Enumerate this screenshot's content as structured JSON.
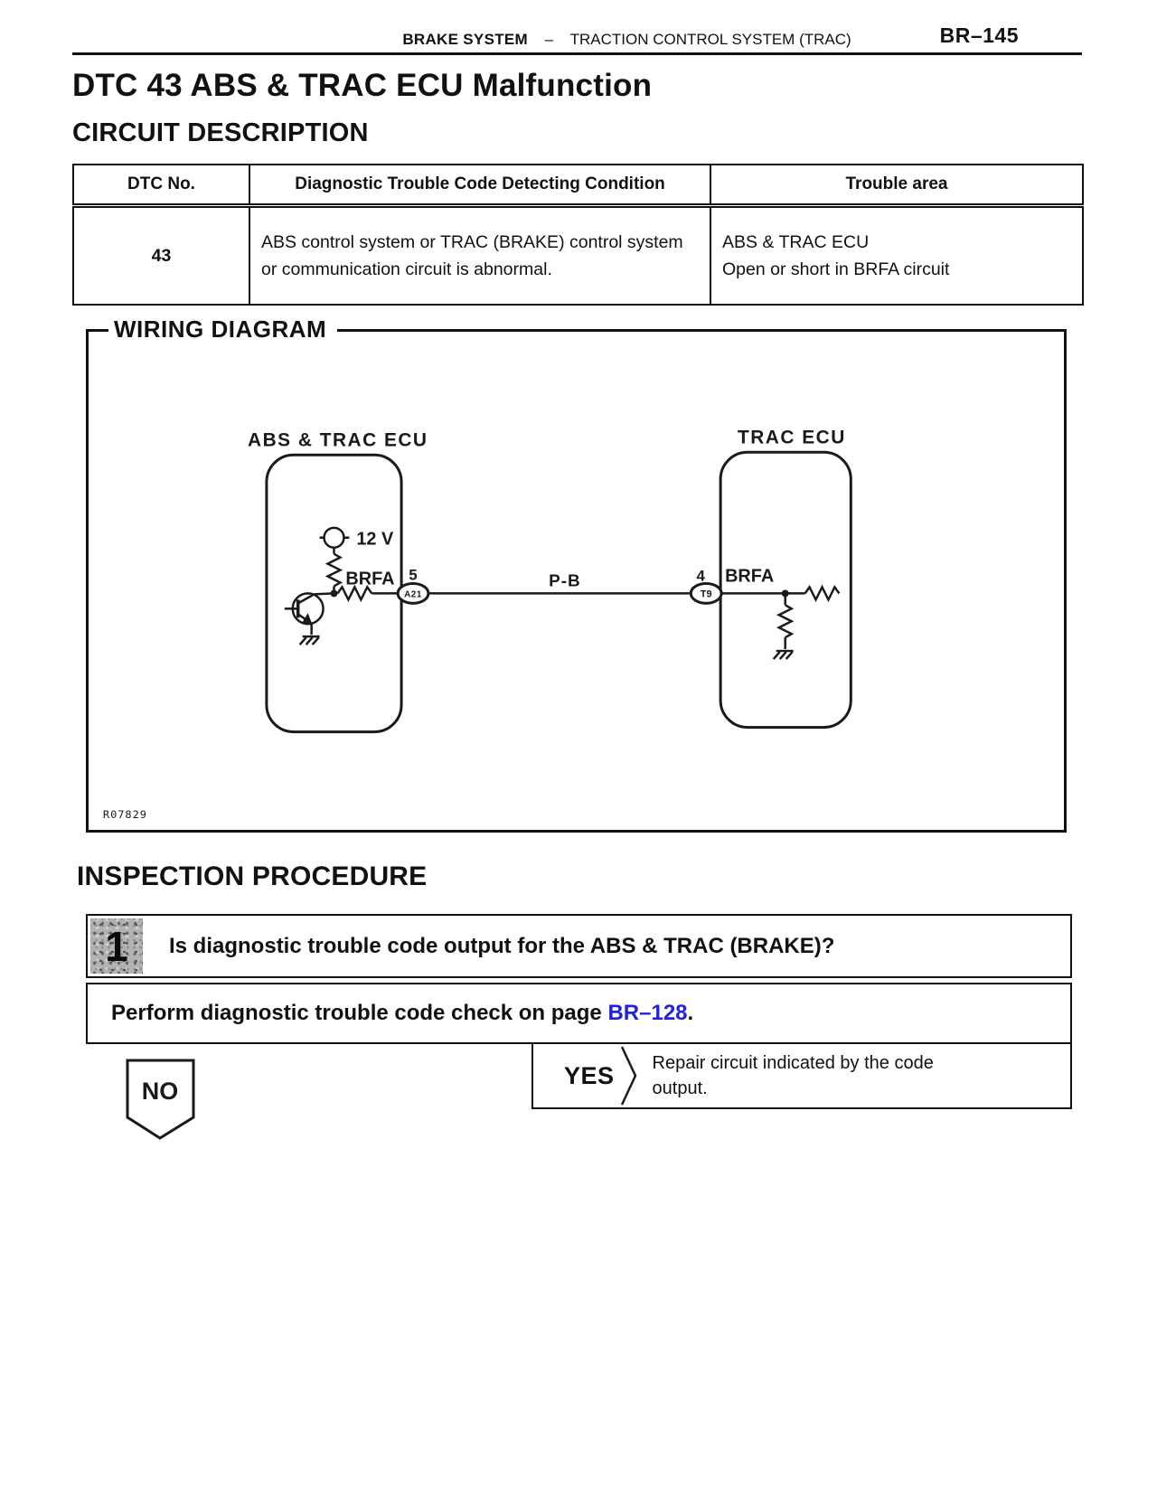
{
  "page": {
    "page_number": "BR–145",
    "header_system": "BRAKE SYSTEM",
    "header_dash": "–",
    "header_section": "TRACTION CONTROL SYSTEM (TRAC)",
    "title": "DTC 43 ABS & TRAC ECU Malfunction",
    "circuit_section": "CIRCUIT DESCRIPTION",
    "inspection_section": "INSPECTION PROCEDURE"
  },
  "dtc_table": {
    "headers": [
      "DTC No.",
      "Diagnostic Trouble Code Detecting Condition",
      "Trouble area"
    ],
    "rows": [
      {
        "dtc_no": "43",
        "condition": "ABS control system or TRAC (BRAKE) control system or communication circuit is abnormal.",
        "trouble_line1": "ABS & TRAC ECU",
        "trouble_line2": "Open or short in BRFA circuit"
      }
    ]
  },
  "wiring": {
    "title": "WIRING DIAGRAM",
    "left_ecu_label": "ABS & TRAC ECU",
    "right_ecu_label": "TRAC ECU",
    "supply_label": "12 V",
    "left_signal_label": "BRFA",
    "right_signal_label": "BRFA",
    "left_pin": "5",
    "right_pin": "4",
    "left_connector": "A21",
    "right_connector": "T9",
    "wire_label": "P-B",
    "figure_code": "R07829"
  },
  "procedure": {
    "step_number": "1",
    "question": "Is diagnostic trouble code output for the ABS & TRAC (BRAKE)?",
    "instruction_prefix": "Perform diagnostic trouble code check on page ",
    "instruction_link": "BR–128",
    "instruction_suffix": ".",
    "no_label": "NO",
    "yes_label": "YES",
    "yes_result": "Repair circuit indicated by the code output."
  },
  "colors": {
    "ink": "#1a1a1a",
    "link_blue": "#2222dd"
  }
}
